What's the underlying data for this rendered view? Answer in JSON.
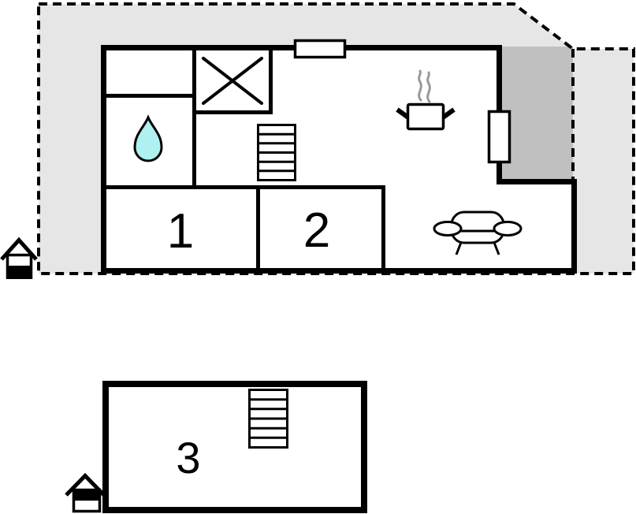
{
  "plan": {
    "type": "floor-plan",
    "background": "#ffffff",
    "colors": {
      "terrace_light": "#e6e6e6",
      "terrace_dark": "#c0c0c0",
      "wall": "#000000",
      "interior": "#ffffff",
      "water_drop_fill": "#aff0f0",
      "steam": "#999999"
    },
    "floors": [
      {
        "name": "main-floor",
        "rooms": [
          {
            "label": "1"
          },
          {
            "label": "2"
          }
        ]
      },
      {
        "name": "lower-floor",
        "rooms": [
          {
            "label": "3"
          }
        ]
      }
    ],
    "icons": [
      {
        "name": "water-drop-icon",
        "meaning": "bathroom"
      },
      {
        "name": "crossed-square-icon",
        "meaning": "shower"
      },
      {
        "name": "stairs-icon-main",
        "meaning": "staircase main floor"
      },
      {
        "name": "stairs-icon-lower",
        "meaning": "staircase lower floor"
      },
      {
        "name": "cooking-pot-icon",
        "meaning": "kitchen"
      },
      {
        "name": "sofa-icon",
        "meaning": "living area"
      },
      {
        "name": "entrance-house-icon-main",
        "meaning": "entrance main floor"
      },
      {
        "name": "entrance-house-icon-lower",
        "meaning": "entrance lower floor"
      },
      {
        "name": "window-marker",
        "meaning": "window"
      },
      {
        "name": "door-marker",
        "meaning": "door to terrace"
      }
    ]
  }
}
